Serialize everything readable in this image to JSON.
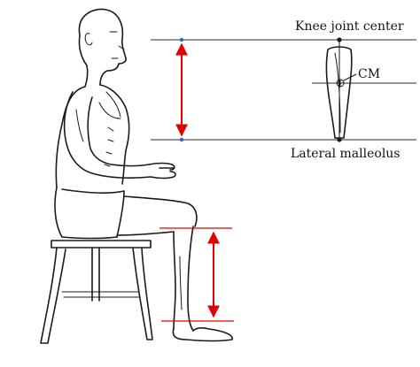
{
  "labels": {
    "knee_joint_center": "Knee joint center",
    "cm": "CM",
    "lateral_malleolus": "Lateral malleolus"
  },
  "colors": {
    "measurement_arrow": "#e00000",
    "ink": "#1a1a1a",
    "background": "#ffffff"
  },
  "icons": {
    "seated_person": "seated-man-on-stool-illustration",
    "shank_segment": "lower-leg-segment-schematic"
  }
}
